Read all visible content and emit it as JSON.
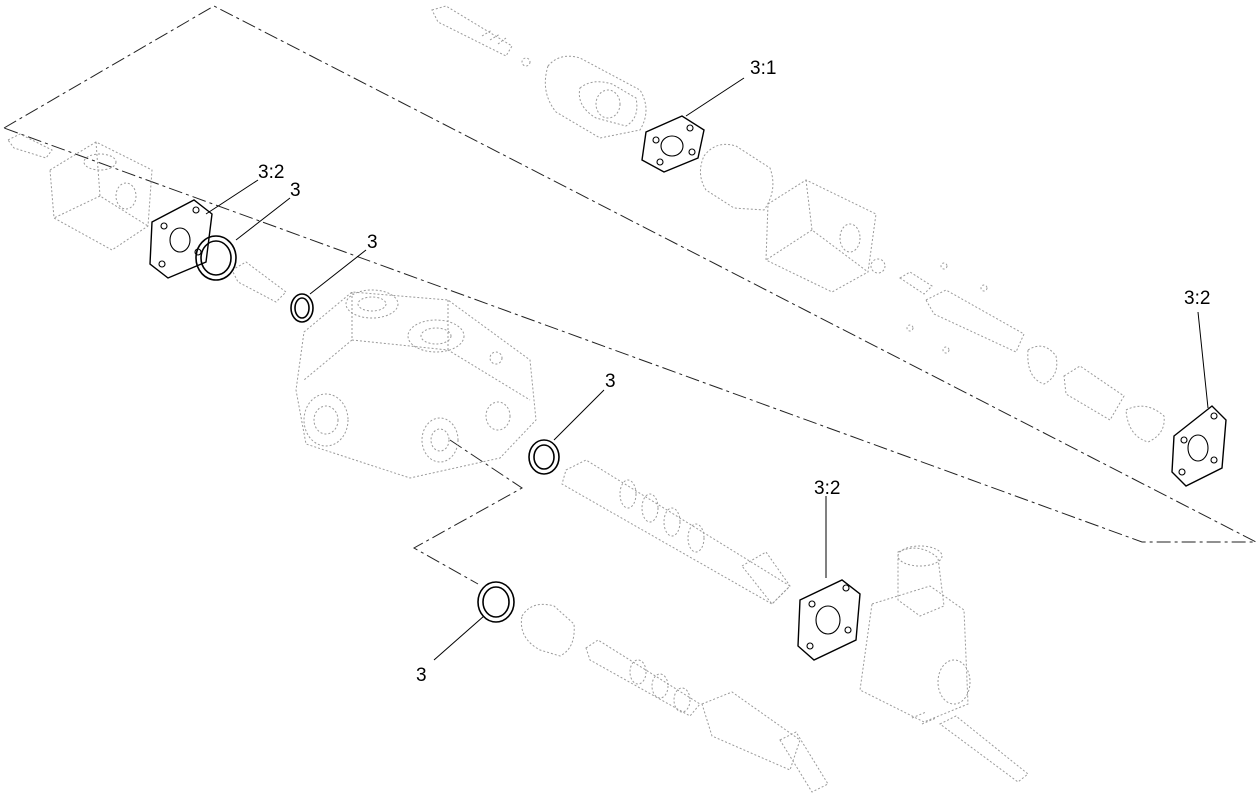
{
  "callouts": [
    {
      "id": "c1",
      "text": "3:1"
    },
    {
      "id": "c2",
      "text": "3:2"
    },
    {
      "id": "c3",
      "text": "3"
    },
    {
      "id": "c4",
      "text": "3"
    },
    {
      "id": "c5",
      "text": "3"
    },
    {
      "id": "c6",
      "text": "3:2"
    },
    {
      "id": "c7",
      "text": "3:2"
    },
    {
      "id": "c8",
      "text": "3"
    }
  ]
}
